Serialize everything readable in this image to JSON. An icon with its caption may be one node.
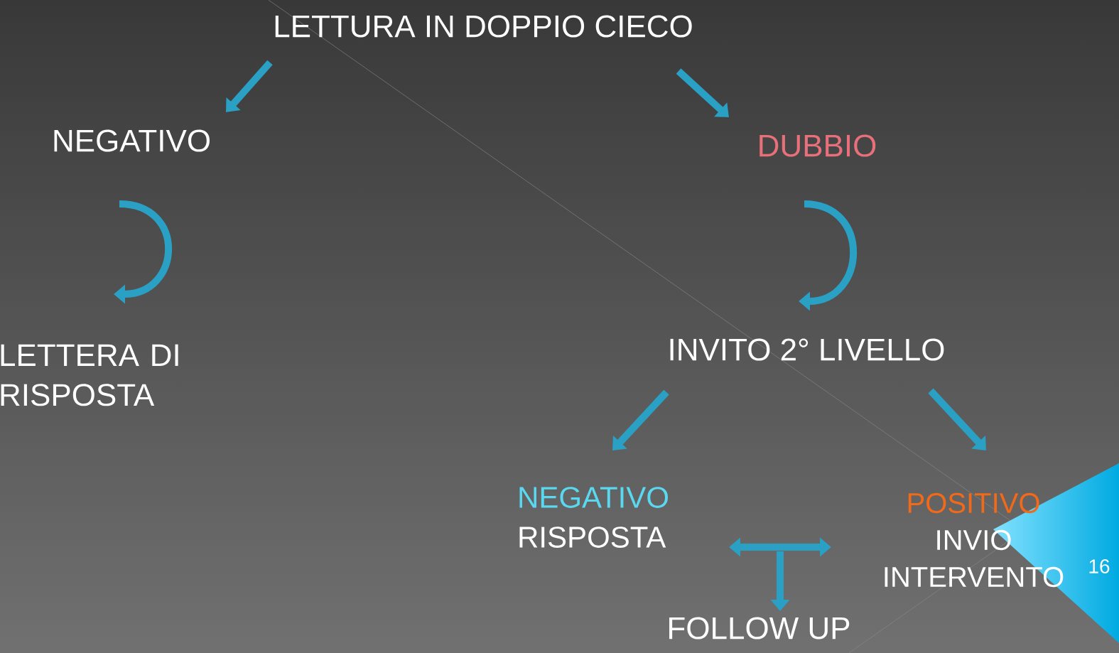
{
  "diagram": {
    "nodes": [
      {
        "text": [
          "LETTURA IN DOPPIO CIECO"
        ]
      },
      {
        "text": [
          "NEGATIVO"
        ]
      },
      {
        "text": [
          "LETTERA DI RISPOSTA"
        ]
      },
      {
        "text": [
          "DUBBIO"
        ]
      },
      {
        "text": [
          "INVITO 2° LIVELLO"
        ]
      },
      {
        "text": [
          "NEGATIVO",
          "RISPOSTA"
        ]
      },
      {
        "text": [
          "POSITIVO",
          "INVIO INTERVENTO"
        ]
      },
      {
        "text": [
          "FOLLOW UP"
        ]
      }
    ],
    "edges": [
      {
        "from": 0,
        "to": 1,
        "arrow": "to"
      },
      {
        "from": 0,
        "to": 3,
        "arrow": "to"
      },
      {
        "from": 1,
        "to": 2,
        "arrow": "to"
      },
      {
        "from": 3,
        "to": 4,
        "arrow": "to"
      },
      {
        "from": 4,
        "to": 5,
        "arrow": "to"
      },
      {
        "from": 4,
        "to": 6,
        "arrow": "to"
      },
      {
        "from": 5,
        "to": 6,
        "arrow": "both"
      },
      {
        "from": null,
        "to": 7,
        "arrow": "to"
      }
    ],
    "labels": [
      "16"
    ]
  }
}
